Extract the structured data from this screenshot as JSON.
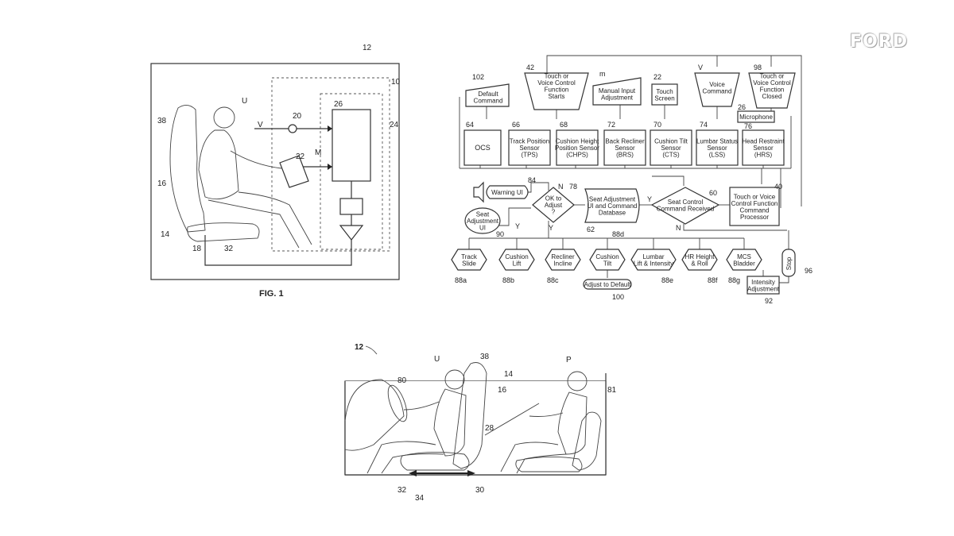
{
  "logo": "FORD",
  "fig1": {
    "caption": "FIG. 1",
    "refs": {
      "r12": "12",
      "r10": "10",
      "r24": "24",
      "r26": "26",
      "r20": "20",
      "r22": "22",
      "rV": "V",
      "rM": "M",
      "rU": "U",
      "r38": "38",
      "r16": "16",
      "r14": "14",
      "r18": "18",
      "r32": "32"
    }
  },
  "flow": {
    "nodes": {
      "default_cmd": "Default\nCommand",
      "touch_start": "Touch or\nVoice Control\nFunction\nStarts",
      "manual": "Manual Input\nAdjustment",
      "touch_screen": "Touch\nScreen",
      "voice_cmd": "Voice\nCommand",
      "touch_closed": "Touch or\nVoice Control\nFunction\nClosed",
      "microphone": "Microphone",
      "ocs": "OCS",
      "tps": "Track Position\nSensor\n(TPS)",
      "chps": "Cushion Height\nPosition Sensor\n(CHPS)",
      "brs": "Back Recliner\nSensor\n(BRS)",
      "cts": "Cushion Tilt\nSensor\n(CTS)",
      "lss": "Lumbar Status\nSensor\n(LSS)",
      "hrs": "Head Restraint\nSensor\n(HRS)",
      "warning": "Warning UI",
      "ok": "OK to\nAdjust\n?",
      "database": "Seat Adjustment\nUI and Command\nDatabase",
      "received": "Seat Control\nCommand Received",
      "processor": "Touch or Voice\nControl Function\nCommand\nProcessor",
      "seat_ui": "Seat\nAdjustment\nUI",
      "track": "Track\nSlide",
      "clift": "Cushion\nLift",
      "recl": "Recliner\nIncline",
      "ctilt": "Cushion\nTilt",
      "lumbar": "Lumbar\nLift & Intensity",
      "hr": "HR Height\n& Roll",
      "mcs": "MCS\nBladder",
      "stop": "Stop",
      "intensity": "Intensity\nAdjustment",
      "default_adj": "Adjust to Default"
    },
    "refs": {
      "n102": "102",
      "n42": "42",
      "nm": "m",
      "n22": "22",
      "nV": "V",
      "n98": "98",
      "n26": "26",
      "n64": "64",
      "n66": "66",
      "n68": "68",
      "n72": "72",
      "n70": "70",
      "n74": "74",
      "n76": "76",
      "n84": "84",
      "n78": "78",
      "n60": "60",
      "n40": "40",
      "n62": "62",
      "n90": "90",
      "n88d": "88d",
      "n88a": "88a",
      "n88b": "88b",
      "n88c": "88c",
      "n88e": "88e",
      "n88f": "88f",
      "n88g": "88g",
      "n100": "100",
      "n92": "92",
      "n96": "96",
      "yN": "N",
      "yY": "Y",
      "yY2": "Y",
      "yY3": "Y",
      "yN2": "N"
    }
  },
  "fig2": {
    "refs": {
      "r12": "12",
      "rU": "U",
      "r38": "38",
      "r14": "14",
      "r16": "16",
      "r80": "80",
      "r28": "28",
      "rP": "P",
      "r81": "81",
      "r32": "32",
      "r34": "34",
      "r30": "30"
    }
  }
}
